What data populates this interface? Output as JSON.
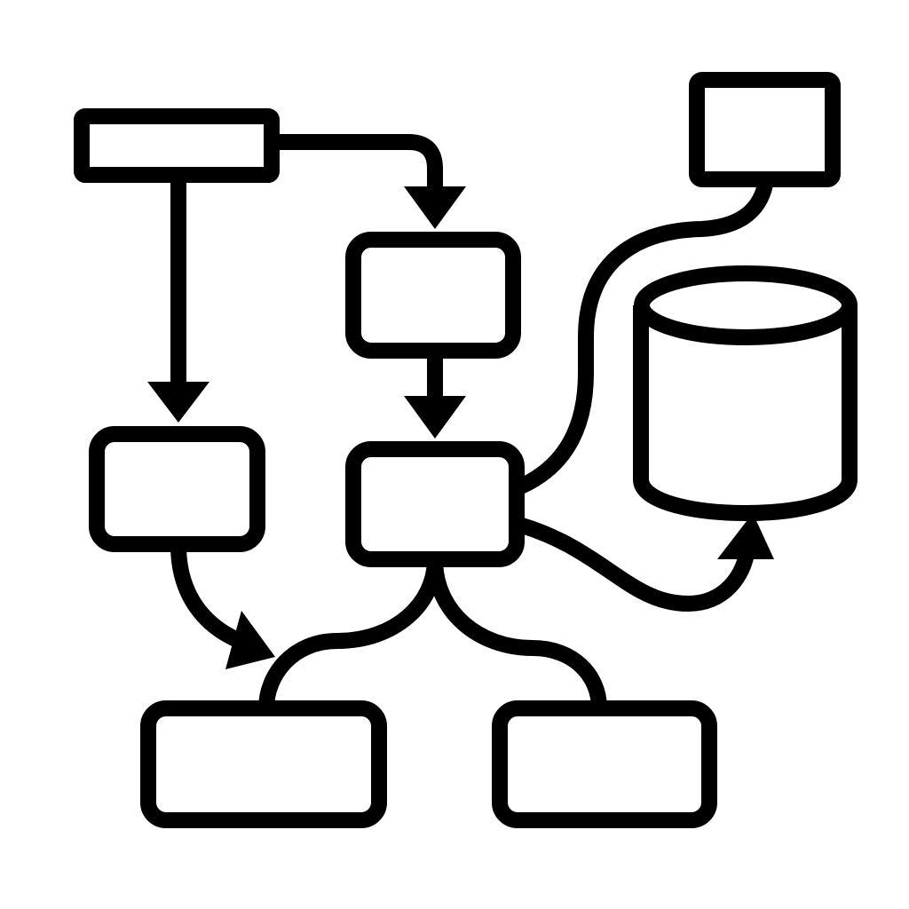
{
  "diagram": {
    "type": "flowchart-icon",
    "stroke_color": "#000000",
    "fill_color": "#ffffff",
    "background_color": "#ffffff",
    "nodes": [
      {
        "id": "top-left-bar",
        "shape": "rectangle",
        "label": ""
      },
      {
        "id": "top-right-box",
        "shape": "rectangle",
        "label": ""
      },
      {
        "id": "middle-top-box",
        "shape": "rounded-rectangle",
        "label": ""
      },
      {
        "id": "left-box",
        "shape": "rounded-rectangle",
        "label": ""
      },
      {
        "id": "center-box",
        "shape": "rounded-rectangle",
        "label": ""
      },
      {
        "id": "database",
        "shape": "cylinder",
        "label": ""
      },
      {
        "id": "bottom-left-box",
        "shape": "rounded-rectangle",
        "label": ""
      },
      {
        "id": "bottom-right-box",
        "shape": "rounded-rectangle",
        "label": ""
      }
    ],
    "edges": [
      {
        "from": "top-left-bar",
        "to": "left-box",
        "arrow": true
      },
      {
        "from": "top-left-bar",
        "to": "middle-top-box",
        "arrow": true
      },
      {
        "from": "middle-top-box",
        "to": "center-box",
        "arrow": true
      },
      {
        "from": "left-box",
        "to": "bottom-left-box",
        "arrow": true
      },
      {
        "from": "center-box",
        "to": "bottom-left-box",
        "arrow": false
      },
      {
        "from": "center-box",
        "to": "bottom-right-box",
        "arrow": false
      },
      {
        "from": "center-box",
        "to": "top-right-box",
        "arrow": false
      },
      {
        "from": "center-box",
        "to": "database",
        "arrow": true
      }
    ]
  }
}
